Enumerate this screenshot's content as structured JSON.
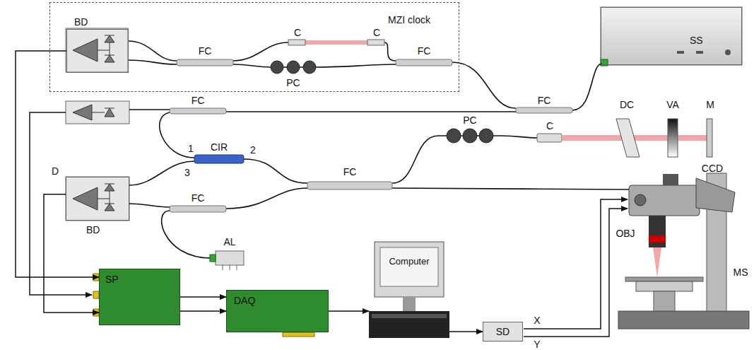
{
  "diagram": {
    "nodes": [
      {
        "text": [
          "MZI clock"
        ]
      },
      {
        "text": [
          "BD"
        ],
        "in": 0
      },
      {
        "text": [
          "SS"
        ]
      },
      {
        "text": [
          "BD"
        ]
      },
      {
        "text": [
          "SP"
        ]
      },
      {
        "text": [
          "DAQ"
        ]
      },
      {
        "text": [
          "Computer"
        ]
      },
      {
        "text": [
          "SD"
        ]
      }
    ],
    "edges": [
      {
        "from": 1,
        "to": 4,
        "arrow": "to"
      },
      {
        "from": 3,
        "to": 4,
        "arrow": "to"
      },
      {
        "from": 4,
        "to": 5,
        "arrow": "to"
      },
      {
        "from": 4,
        "to": 5,
        "arrow": "to"
      },
      {
        "from": 5,
        "to": 6,
        "arrow": "to"
      },
      {
        "from": 6,
        "to": 7,
        "arrow": "to"
      }
    ],
    "labels": [
      "C",
      "C",
      "FC",
      "PC",
      "FC",
      "FC",
      "DC",
      "VA",
      "M",
      "FC",
      "CIR",
      "1",
      "2",
      "3",
      "D",
      "PC",
      "C",
      "FC",
      "CCD",
      "FC",
      "AL",
      "OBJ",
      "MS",
      "X",
      "Y"
    ]
  }
}
